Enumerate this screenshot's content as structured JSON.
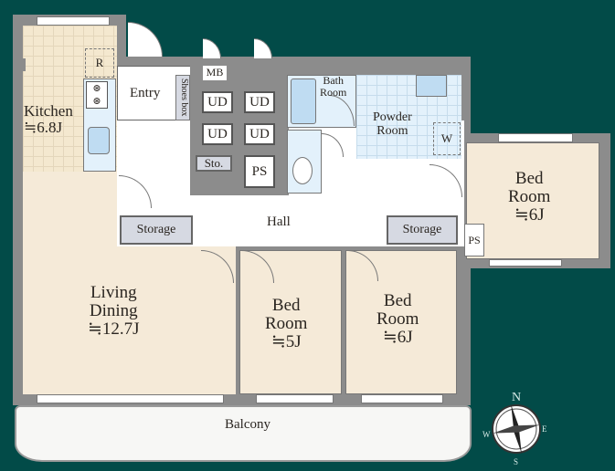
{
  "rooms": {
    "kitchen": {
      "name": "Kitchen",
      "size": "≒6.8J"
    },
    "refrigerator": "R",
    "entry": "Entry",
    "shoes_box": "Shoes box",
    "mb": "MB",
    "ud": [
      "UD",
      "UD",
      "UD",
      "UD"
    ],
    "sto": "Sto.",
    "ps_core": "PS",
    "bath": {
      "line1": "Bath",
      "line2": "Room"
    },
    "powder": {
      "line1": "Powder",
      "line2": "Room"
    },
    "washer": "W",
    "hall": "Hall",
    "storage_left": "Storage",
    "storage_right": "Storage",
    "ps_right": "PS",
    "living": {
      "line1": "Living",
      "line2": "Dining",
      "size": "≒12.7J"
    },
    "bed_east": {
      "line1": "Bed",
      "line2": "Room",
      "size": "≒6J"
    },
    "bed_mid": {
      "line1": "Bed",
      "line2": "Room",
      "size": "≒5J"
    },
    "bed_south": {
      "line1": "Bed",
      "line2": "Room",
      "size": "≒6J"
    },
    "balcony": "Balcony"
  },
  "compass": {
    "n": "N",
    "e": "E",
    "s": "S",
    "w": "W"
  }
}
